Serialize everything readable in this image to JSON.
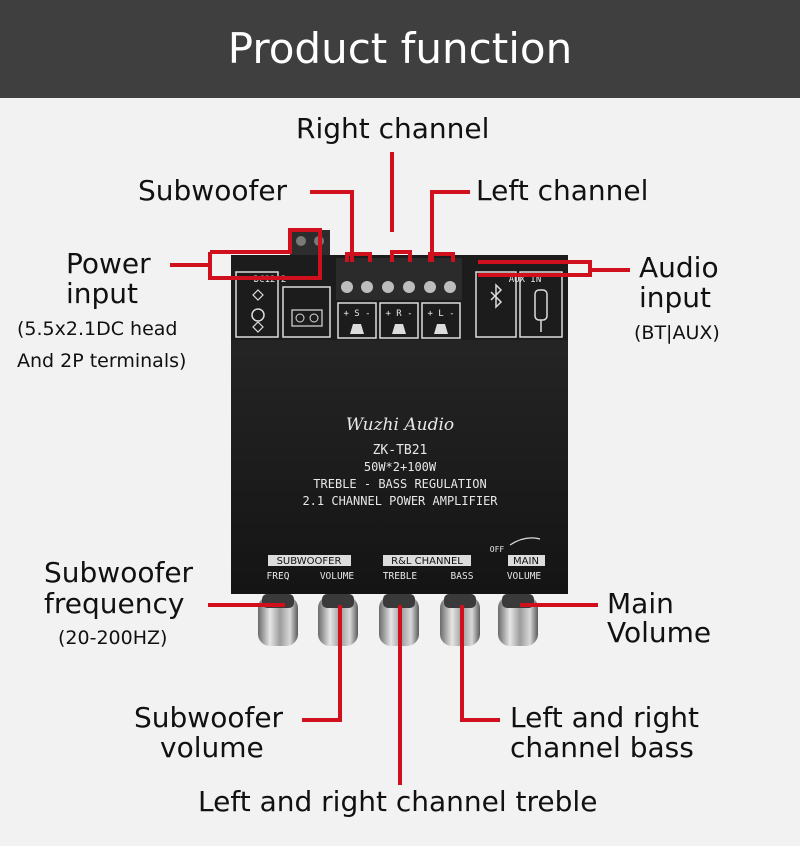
{
  "header": {
    "title": "Product function"
  },
  "labels": {
    "right_channel": "Right channel",
    "subwoofer": "Subwoofer",
    "left_channel": "Left channel",
    "power_input_1": "Power",
    "power_input_2": "input",
    "power_note_1": "(5.5x2.1DC head",
    "power_note_2": "And 2P terminals)",
    "audio_input_1": "Audio",
    "audio_input_2": "input",
    "audio_note": "(BT|AUX)",
    "sub_freq_1": "Subwoofer",
    "sub_freq_2": "frequency",
    "sub_freq_note": "(20-200HZ)",
    "main_volume_1": "Main",
    "main_volume_2": "Volume",
    "sub_volume_1": "Subwoofer",
    "sub_volume_2": "volume",
    "lr_bass_1": "Left and right",
    "lr_bass_2": "channel bass",
    "lr_treble": "Left and right channel treble"
  },
  "board": {
    "brand": "Wuzhi Audio",
    "model": "ZK-TB21",
    "power": "50W*2+100W",
    "regulation": "TREBLE - BASS REGULATION",
    "description": "2.1 CHANNEL POWER AMPLIFIER",
    "dc_label": "DC12-2",
    "aux_label": "AUX IN",
    "terminal_s": "+ S -",
    "terminal_r": "+ R -",
    "terminal_l": "+ L -",
    "group_subwoofer": "SUBWOOFER",
    "group_rl": "R&L CHANNEL",
    "group_main": "MAIN",
    "knob_freq": "FREQ",
    "knob_volume": "VOLUME",
    "knob_treble": "TREBLE",
    "knob_bass": "BASS",
    "knob_main_volume": "VOLUME",
    "off_label": "OFF"
  },
  "colors": {
    "header": "#3f3f3f",
    "callout_line": "#d0101c",
    "board": "#1a1a1a"
  }
}
